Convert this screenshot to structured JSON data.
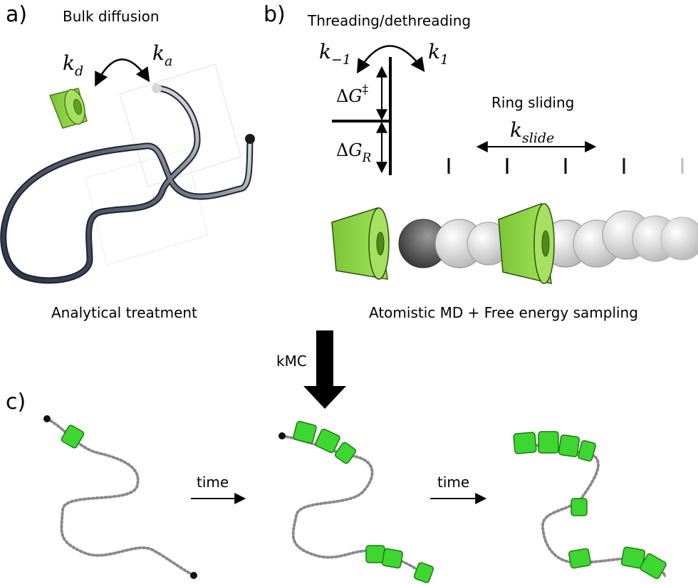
{
  "panels": {
    "a": {
      "letter": "a)",
      "title": "Bulk diffusion",
      "k_left": {
        "base": "k",
        "sub": "d"
      },
      "k_right": {
        "base": "k",
        "sub": "a"
      },
      "caption": "Analytical treatment"
    },
    "b": {
      "letter": "b)",
      "title": "Threading/dethreading",
      "k_left": {
        "base": "k",
        "sub": "−1"
      },
      "k_right": {
        "base": "k",
        "sub": "1"
      },
      "dG_barrier": {
        "delta": "Δ",
        "base": "G",
        "sup": "‡"
      },
      "dG_ring": {
        "delta": "Δ",
        "base": "G",
        "sub": "R"
      },
      "sliding_title": "Ring sliding",
      "k_slide": {
        "base": "k",
        "sub": "slide"
      },
      "caption": "Atomistic MD + Free energy sampling"
    },
    "c": {
      "letter": "c)",
      "method": "kMC",
      "time_1": "time",
      "time_2": "time"
    }
  },
  "colors": {
    "ring_green": "#8fd448",
    "ring_green_dark": "#5aa020",
    "kmc_green": "#3ed630",
    "chain_grey": "#8a8a8a"
  }
}
